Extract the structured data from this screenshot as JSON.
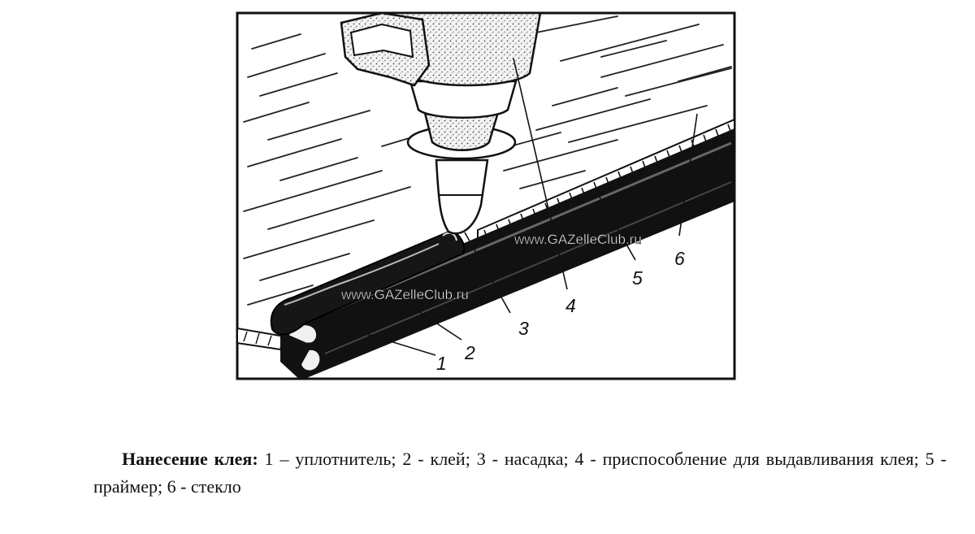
{
  "figure": {
    "callouts": [
      "1",
      "2",
      "3",
      "4",
      "5",
      "6"
    ],
    "watermarks": [
      "www.GAZelleClub.ru",
      "www.GAZelleClub.ru"
    ]
  },
  "caption": {
    "title": "Нанесение клея:",
    "text": " 1 – уплотнитель; 2 - клей; 3 - насадка; 4 - приспособление для выдавливания клея; 5 - праймер; 6 - стекло"
  }
}
